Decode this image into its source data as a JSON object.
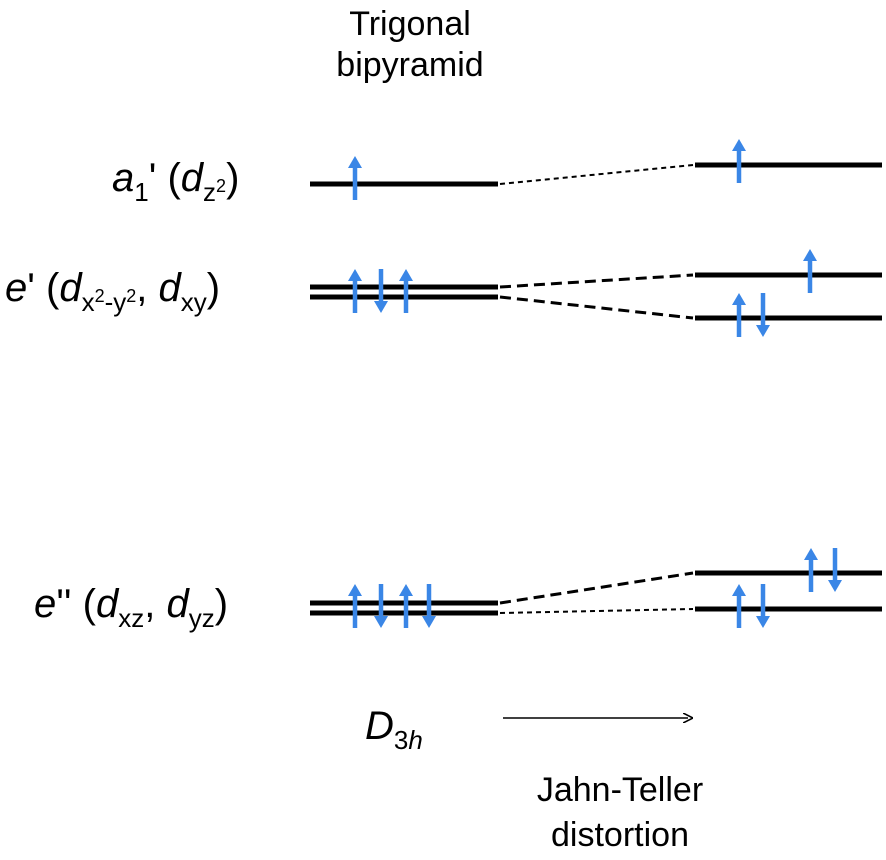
{
  "title": {
    "line1": "Trigonal",
    "line2": "bipyramid"
  },
  "levels_left": [
    {
      "name": "a1'",
      "sym": "a",
      "sub": "1",
      "prime": "'",
      "orb_sub": "z",
      "orb_sup": "2"
    },
    {
      "name": "e'",
      "sym": "e",
      "prime": "'",
      "orb1_base": "x",
      "orb1_sup1": "2",
      "orb1_mid": "-y",
      "orb1_sup2": "2",
      "orb2_sub": "xy"
    },
    {
      "name": "e''",
      "sym": "e",
      "prime": "''",
      "orb1_sub": "xz",
      "orb2_sub": "yz"
    }
  ],
  "electrons": {
    "a1_left": [
      "up"
    ],
    "e_prime_left": [
      "up",
      "down",
      "up"
    ],
    "e_dblprime_left": [
      "up",
      "down",
      "up",
      "down"
    ],
    "a1_right": [
      "up"
    ],
    "e_prime_right_upper": [
      "up"
    ],
    "e_prime_right_lower": [
      "up",
      "down"
    ],
    "e_dblprime_right_upper": [
      "up",
      "down"
    ],
    "e_dblprime_right_lower": [
      "up",
      "down"
    ]
  },
  "point_group": {
    "base": "D",
    "sub_num": "3",
    "sub_it": "h"
  },
  "arrow_caption": {
    "line1": "Jahn-Teller",
    "line2": "distortion"
  },
  "colors": {
    "electron": "#3a86e6",
    "line": "#000000"
  }
}
